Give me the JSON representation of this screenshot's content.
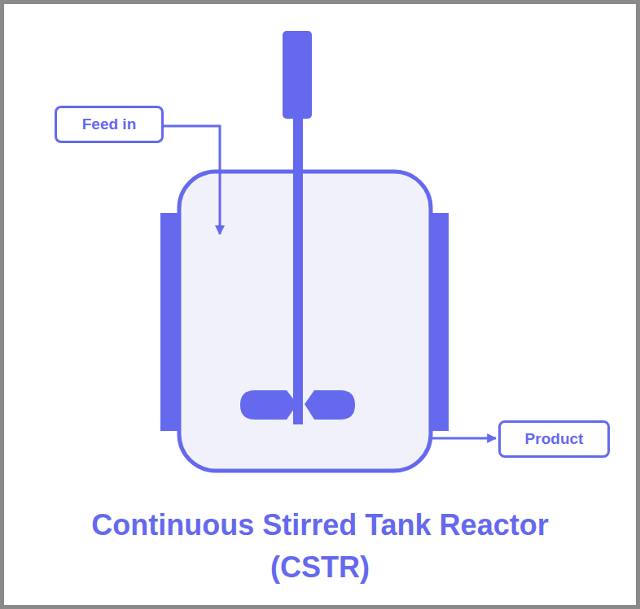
{
  "diagram": {
    "title": "Continuous Stirred Tank Reactor (CSTR)",
    "nodes": [
      {
        "text": [
          "Feed in"
        ]
      },
      {
        "text": [
          "Product"
        ]
      }
    ]
  }
}
